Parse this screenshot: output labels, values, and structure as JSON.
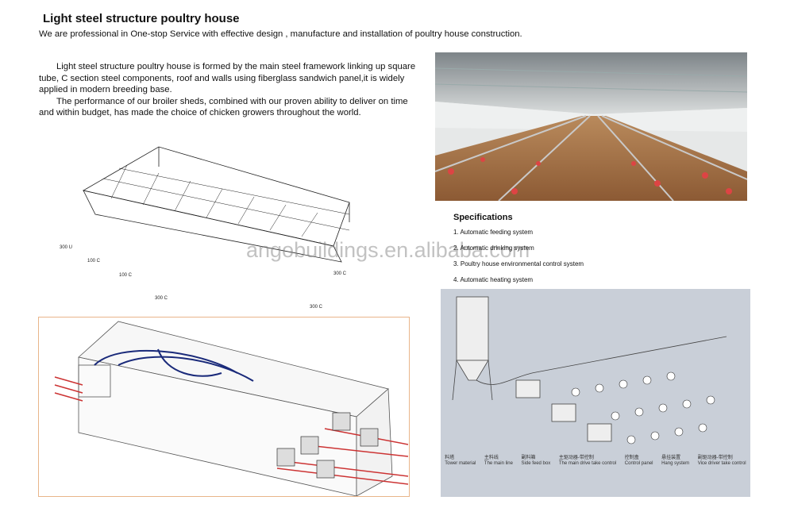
{
  "title": "Light steel structure poultry house",
  "subtitle": "We are professional in One-stop Service with effective design , manufacture and installation of poultry house construction.",
  "paragraphs": [
    "Light steel structure poultry house is formed by the main steel framework linking up square tube, C section steel components, roof and walls using fiberglass sandwich panel,it is widely applied in modern breeding base.",
    "The performance of our broiler sheds, combined with our proven ability to deliver on time and within budget, has made the choice of chicken growers throughout the world."
  ],
  "specifications": {
    "heading": "Specifications",
    "items": [
      "1. Automatic feeding system",
      "2. Automatic drinking system",
      "3. Poultry house environmental control system",
      "4. Automatic heating system"
    ]
  },
  "watermark": "angobuildings.en.alibaba.com",
  "structure_labels": [
    "300 U",
    "100 C",
    "100 C",
    "300 C",
    "300 C",
    "300 C"
  ],
  "feeding_diagram_labels": [
    {
      "cn": "料塔",
      "en": "Tower material"
    },
    {
      "cn": "主料线",
      "en": "The main line"
    },
    {
      "cn": "副料箱",
      "en": "Side feed box"
    },
    {
      "cn": "主驱动器-带控制",
      "en": "The main drive take control"
    },
    {
      "cn": "控制盒",
      "en": "Control panel"
    },
    {
      "cn": "悬挂装置",
      "en": "Hang system"
    },
    {
      "cn": "副驱动器-带控制",
      "en": "Vice driver take control"
    }
  ]
}
